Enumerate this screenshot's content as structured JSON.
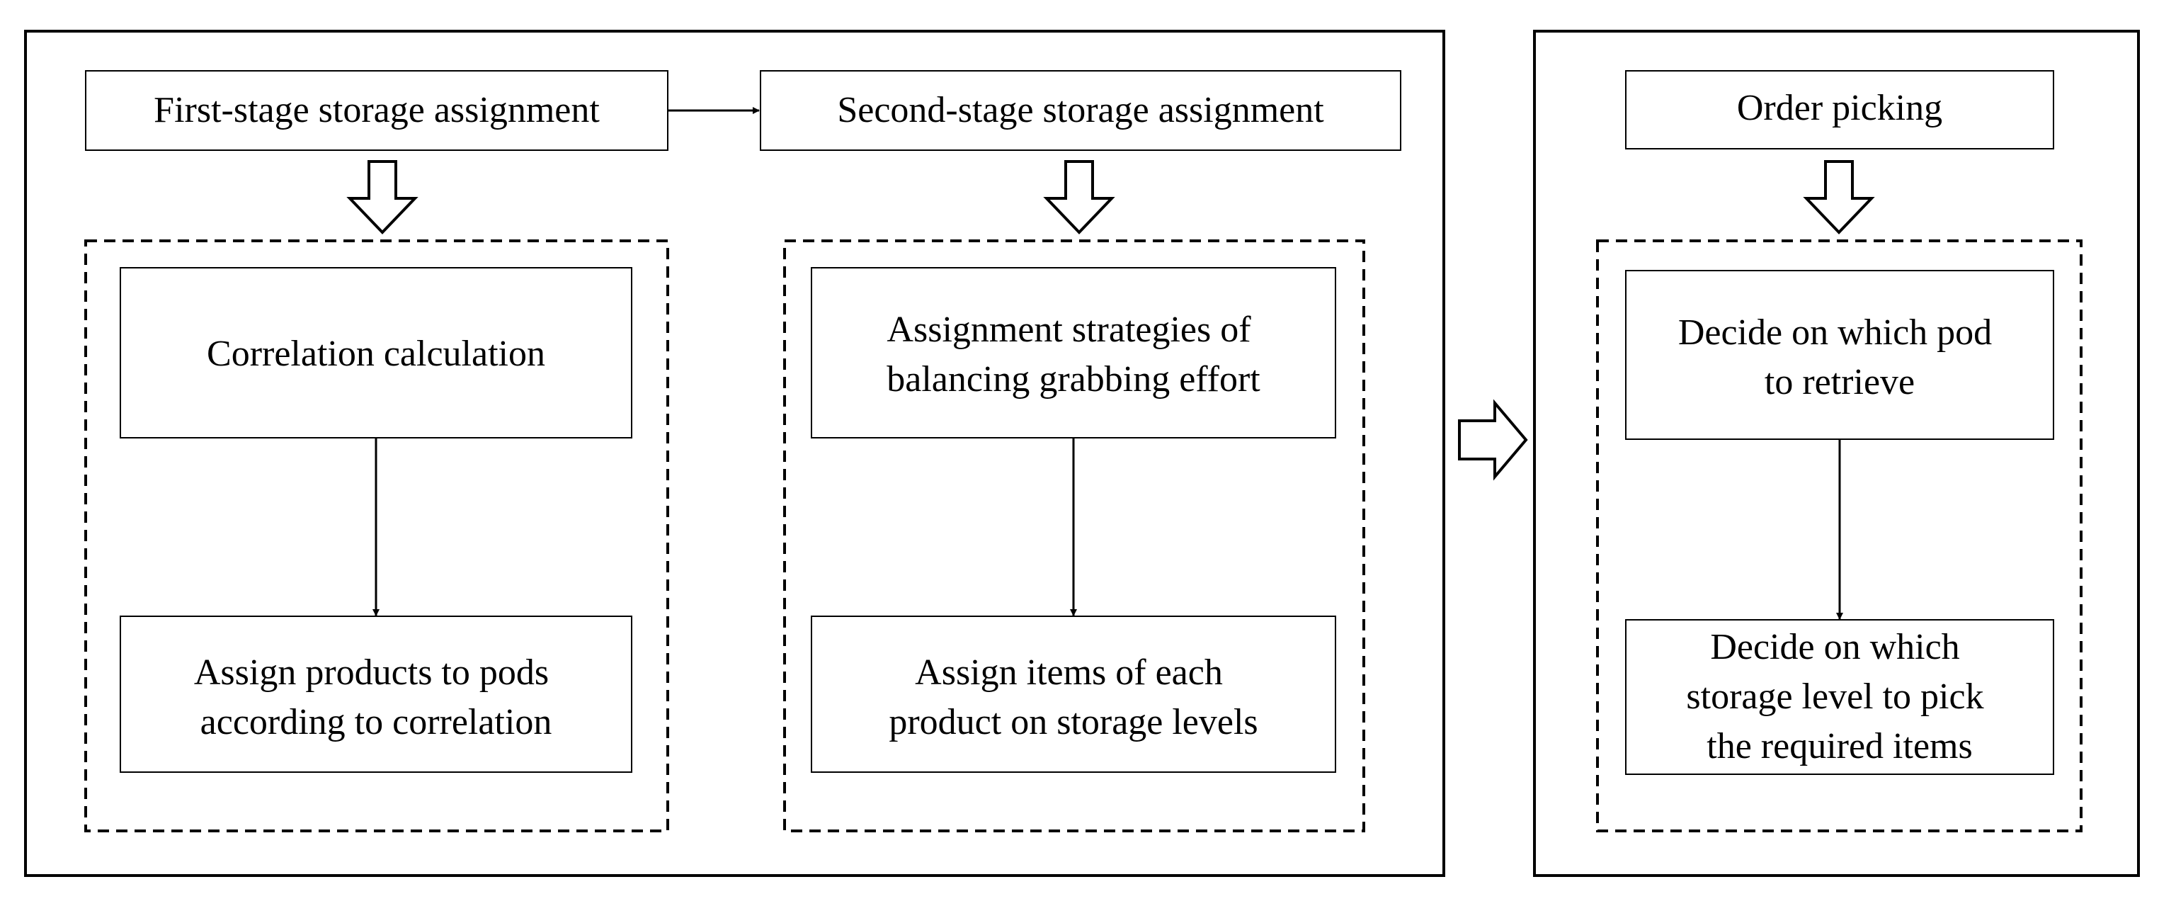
{
  "panels": {
    "stage1": {
      "header": "First-stage storage assignment",
      "step1": [
        "Correlation calculation"
      ],
      "step2": [
        "Assign products to pods",
        "according to correlation"
      ]
    },
    "stage2": {
      "header": "Second-stage storage assignment",
      "step1": [
        "Assignment strategies of",
        "balancing grabbing effort"
      ],
      "step2": [
        "Assign items of each",
        "product on storage levels"
      ]
    },
    "picking": {
      "header": "Order picking",
      "step1": [
        "Decide on which pod",
        "to retrieve"
      ],
      "step2": [
        "Decide on which",
        "storage level to pick",
        "the required items"
      ]
    }
  },
  "colors": {
    "stroke": "#000000",
    "fill": "#ffffff"
  }
}
